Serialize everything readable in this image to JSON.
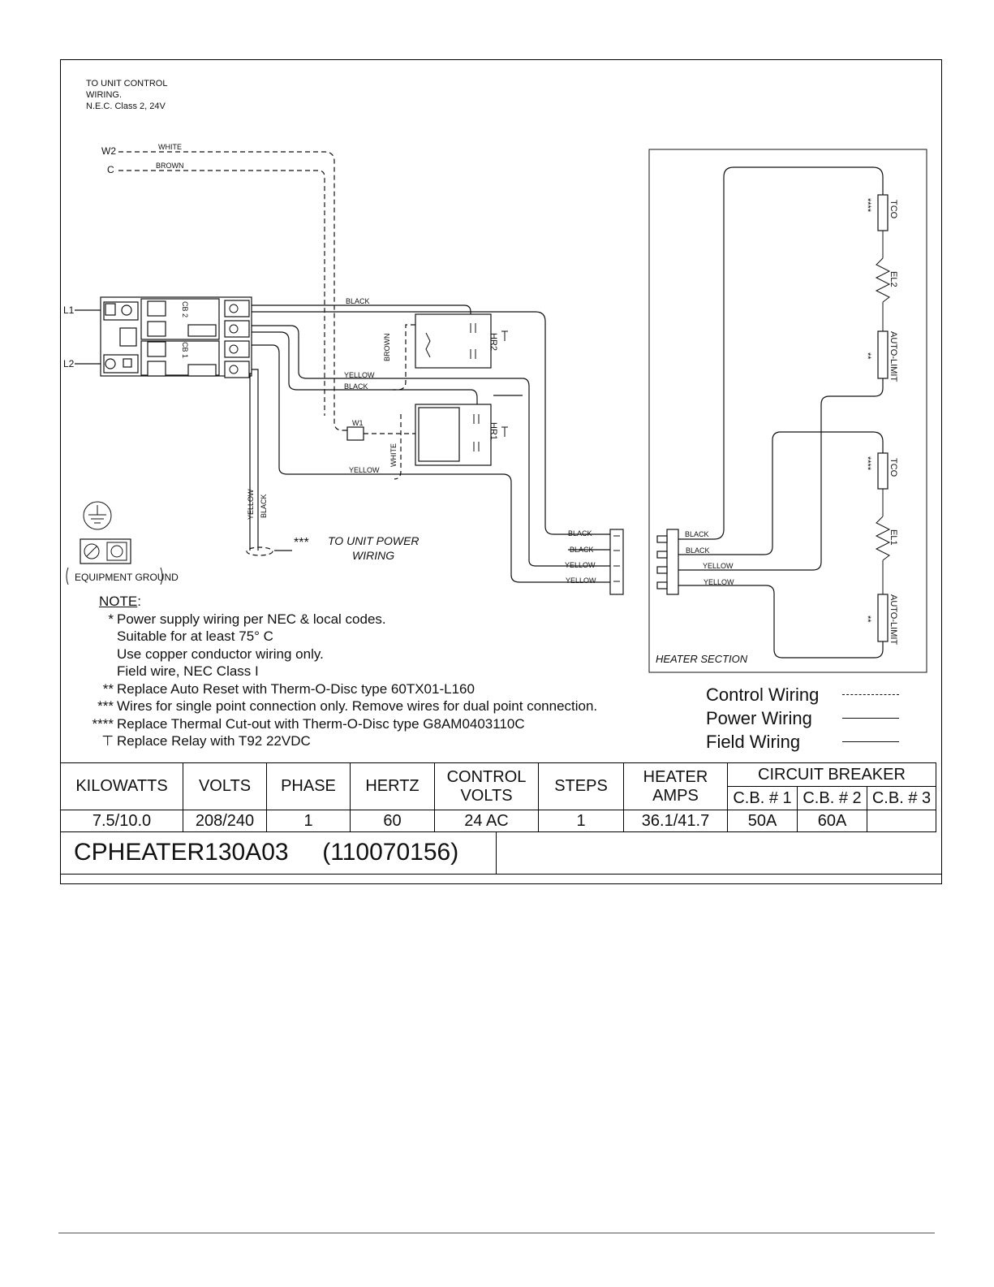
{
  "control_text": [
    "TO UNIT CONTROL",
    "WIRING.",
    "N.E.C. Class 2, 24V"
  ],
  "terminals": {
    "w2": "W2",
    "c": "C",
    "l1": "L1",
    "l2": "L2",
    "w1": "W1"
  },
  "wire_labels": {
    "white": "WHITE",
    "brown": "BROWN",
    "black": "BLACK",
    "yellow": "YELLOW"
  },
  "components": {
    "cb2": "CB 2",
    "cb1": "CB 1",
    "hr1": "HR1",
    "hr2": "HR2",
    "tco": "TCO",
    "el1": "EL1",
    "el2": "EL2",
    "auto_limit": "AUTO-LIMIT",
    "stars4": "****",
    "stars2": "**",
    "stars3": "***"
  },
  "power_wiring_text": [
    "TO UNIT POWER",
    "WIRING"
  ],
  "heater_section": "HEATER SECTION",
  "equipment_ground": "EQUIPMENT GROUND",
  "notes": {
    "title": "NOTE",
    "lines": [
      {
        "mark": "*",
        "text": "Power supply wiring per NEC & local codes."
      },
      {
        "mark": "",
        "text": "Suitable for at least 75° C"
      },
      {
        "mark": "",
        "text": "Use copper conductor wiring only."
      },
      {
        "mark": "",
        "text": "Field wire, NEC Class I"
      },
      {
        "mark": "**",
        "text": "Replace Auto Reset with Therm-O-Disc type 60TX01-L160"
      },
      {
        "mark": "***",
        "text": "Wires for single point connection only. Remove wires for dual point connection."
      },
      {
        "mark": "****",
        "text": "Replace Thermal Cut-out with Therm-O-Disc type G8AM0403110C"
      },
      {
        "mark": "⊤",
        "text": "Replace Relay with T92 22VDC"
      }
    ]
  },
  "legend": [
    {
      "label": "Control Wiring",
      "style": "dashed"
    },
    {
      "label": "Power Wiring",
      "style": "solid"
    },
    {
      "label": "Field Wiring",
      "style": "solid"
    }
  ],
  "spec_table": {
    "headers": [
      "KILOWATTS",
      "VOLTS",
      "PHASE",
      "HERTZ",
      "CONTROL VOLTS",
      "STEPS",
      "HEATER AMPS"
    ],
    "circuit_breaker": "CIRCUIT BREAKER",
    "cb_headers": [
      "C.B. # 1",
      "C.B. # 2",
      "C.B. # 3"
    ],
    "values": [
      "7.5/10.0",
      "208/240",
      "1",
      "60",
      "24 AC",
      "1",
      "36.1/41.7",
      "50A",
      "60A",
      ""
    ]
  },
  "model": {
    "name": "CPHEATER130A03",
    "part": "(110070156)"
  }
}
